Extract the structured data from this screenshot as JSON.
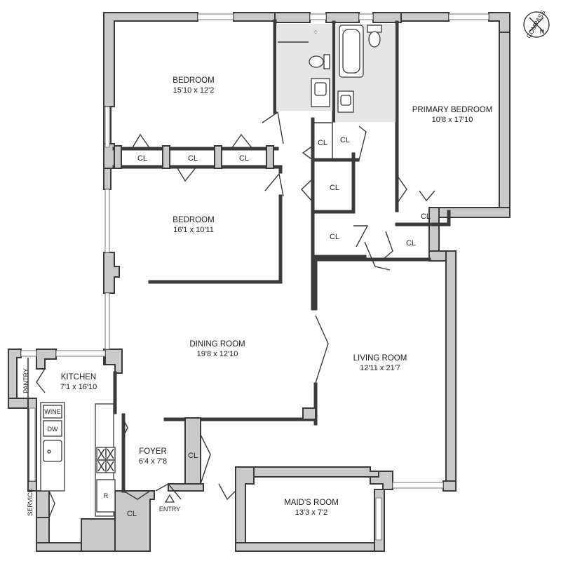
{
  "rooms": {
    "bedroom1": {
      "name": "BEDROOM",
      "dims": "15'10 x 12'2"
    },
    "bedroom2": {
      "name": "BEDROOM",
      "dims": "16'1 x 10'11"
    },
    "primary_bedroom": {
      "name": "PRIMARY BEDROOM",
      "dims": "10'8 x 17'10"
    },
    "dining_room": {
      "name": "DINING ROOM",
      "dims": "19'8 x 12'10"
    },
    "living_room": {
      "name": "LIVING ROOM",
      "dims": "12'11 x 21'7"
    },
    "kitchen": {
      "name": "KITCHEN",
      "dims": "7'1 x 16'10"
    },
    "foyer": {
      "name": "FOYER",
      "dims": "6'4 x 7'8"
    },
    "maids_room": {
      "name": "MAID'S ROOM",
      "dims": "13'3 x 7'2"
    }
  },
  "closet_label": "CL",
  "labels": {
    "pantry": "PANTRY",
    "service": "SERVICE",
    "entry": "ENTRY",
    "wine": "WINE",
    "dw": "DW",
    "refrigerator": "R",
    "compass": "COMPASS",
    "north": "N"
  }
}
